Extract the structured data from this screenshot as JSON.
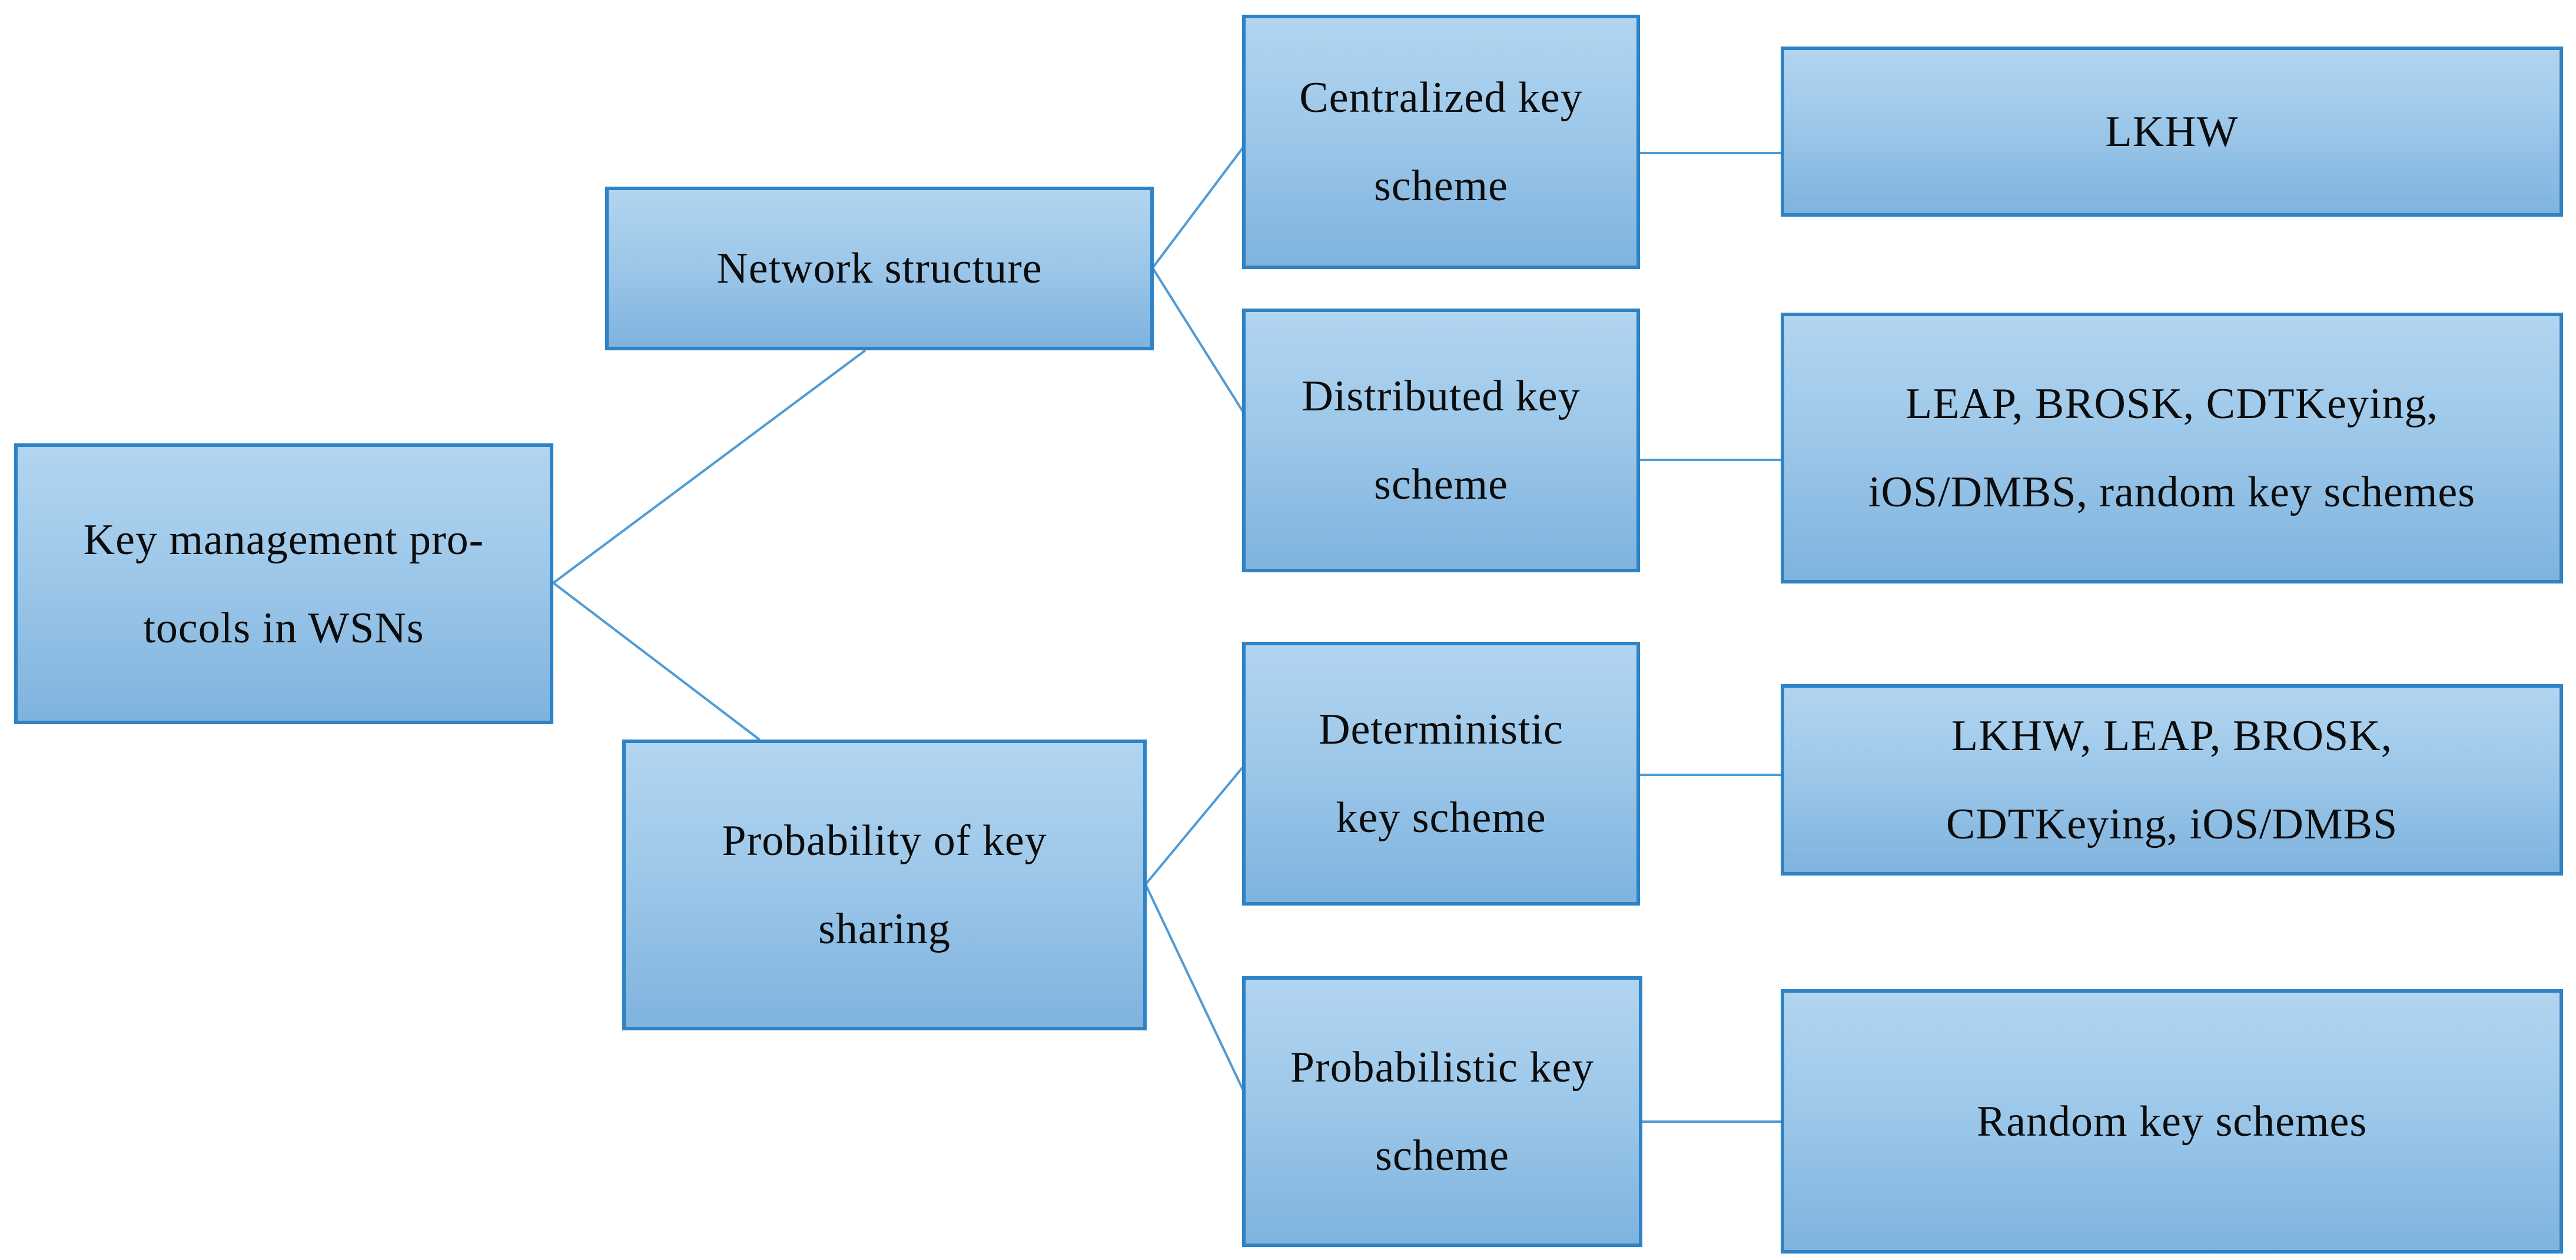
{
  "diagram": {
    "nodes": {
      "root": {
        "line1": "Key management pro-",
        "line2": "tocols in WSNs"
      },
      "network": {
        "line1": "Network structure"
      },
      "probability": {
        "line1": "Probability of key",
        "line2": "sharing"
      },
      "centralized": {
        "line1": "Centralized key",
        "line2": "scheme"
      },
      "distributed": {
        "line1": "Distributed key",
        "line2": "scheme"
      },
      "deterministic": {
        "line1": "Deterministic",
        "line2": "key scheme"
      },
      "probabilistic": {
        "line1": "Probabilistic key",
        "line2": "scheme"
      },
      "lkhw": {
        "line1": "LKHW"
      },
      "leap_list": {
        "line1": "LEAP, BROSK, CDTKeying,",
        "line2": "iOS/DMBS, random key schemes"
      },
      "det_list": {
        "line1": "LKHW, LEAP, BROSK,",
        "line2": "CDTKeying, iOS/DMBS"
      },
      "random": {
        "line1": "Random key schemes"
      }
    },
    "edges": [
      {
        "from": "root",
        "to": "network"
      },
      {
        "from": "root",
        "to": "probability"
      },
      {
        "from": "network",
        "to": "centralized"
      },
      {
        "from": "network",
        "to": "distributed"
      },
      {
        "from": "probability",
        "to": "deterministic"
      },
      {
        "from": "probability",
        "to": "probabilistic"
      },
      {
        "from": "centralized",
        "to": "lkhw"
      },
      {
        "from": "distributed",
        "to": "leap_list"
      },
      {
        "from": "deterministic",
        "to": "det_list"
      },
      {
        "from": "probabilistic",
        "to": "random"
      }
    ]
  },
  "colors": {
    "box_fill_top": "#b2d5f0",
    "box_fill_mid": "#9cc7e9",
    "box_fill_bottom": "#7fb3de",
    "box_border": "#2e83c6",
    "connector": "#4f9bd5",
    "text_color": "#0c0c0c",
    "background": "#ffffff"
  }
}
